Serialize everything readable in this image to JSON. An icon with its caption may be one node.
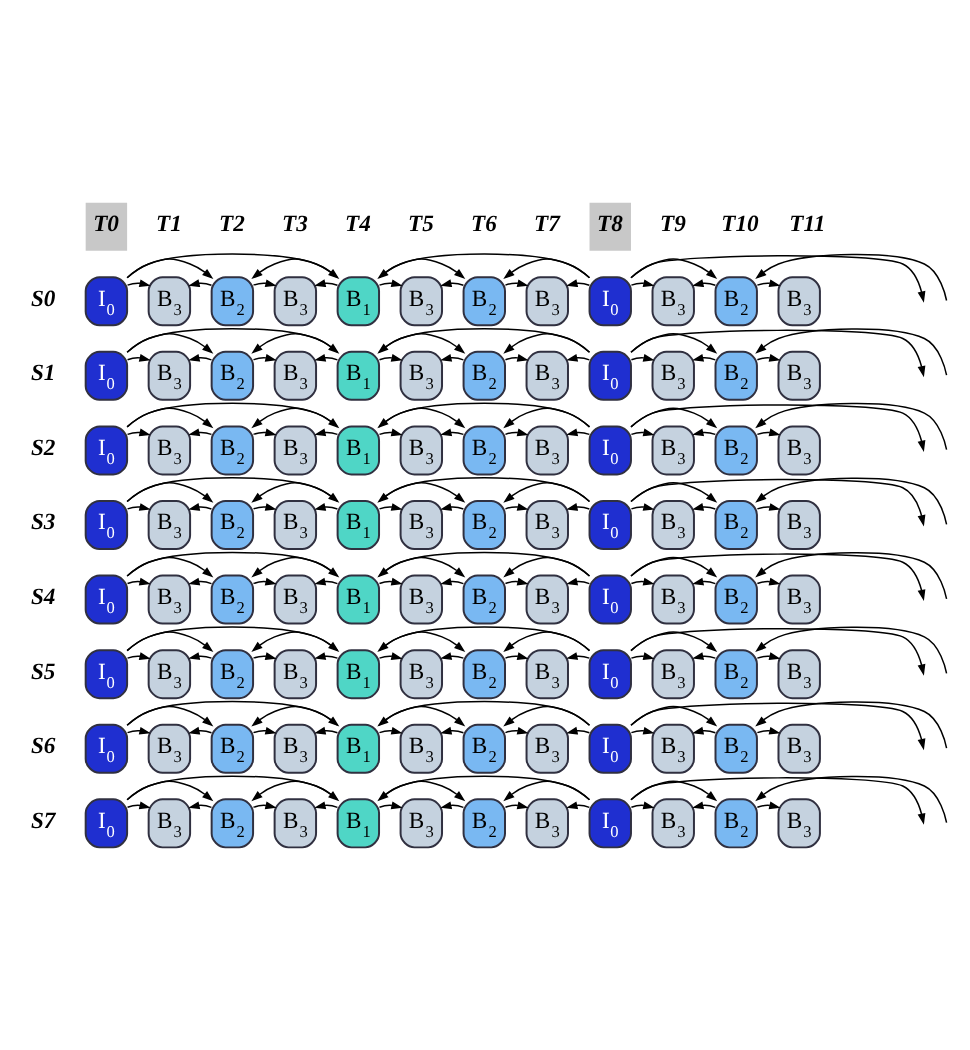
{
  "diagram": {
    "nodes": [
      {
        "text": [
          "I$_{0}$"
        ]
      },
      {
        "text": [
          "B$_{3}$"
        ]
      },
      {
        "text": [
          "B$_{2}$"
        ]
      },
      {
        "text": [
          "B$_{3}$"
        ]
      },
      {
        "text": [
          "B$_{1}$"
        ]
      },
      {
        "text": [
          "B$_{3}$"
        ]
      },
      {
        "text": [
          "B$_{2}$"
        ]
      },
      {
        "text": [
          "B$_{3}$"
        ]
      },
      {
        "text": [
          "I$_{0}$"
        ]
      },
      {
        "text": [
          "B$_{3}$"
        ]
      },
      {
        "text": [
          "B$_{2}$"
        ]
      },
      {
        "text": [
          "B$_{3}$"
        ]
      },
      {
        "text": [
          "I$_{0}$"
        ]
      },
      {
        "text": [
          "B$_{3}$"
        ]
      },
      {
        "text": [
          "B$_{2}$"
        ]
      },
      {
        "text": [
          "B$_{3}$"
        ]
      },
      {
        "text": [
          "B$_{1}$"
        ]
      },
      {
        "text": [
          "B$_{3}$"
        ]
      },
      {
        "text": [
          "B$_{2}$"
        ]
      },
      {
        "text": [
          "B$_{3}$"
        ]
      },
      {
        "text": [
          "I$_{0}$"
        ]
      },
      {
        "text": [
          "B$_{3}$"
        ]
      },
      {
        "text": [
          "B$_{2}$"
        ]
      },
      {
        "text": [
          "B$_{3}$"
        ]
      },
      {
        "text": [
          "I$_{0}$"
        ]
      },
      {
        "text": [
          "B$_{3}$"
        ]
      },
      {
        "text": [
          "B$_{2}$"
        ]
      },
      {
        "text": [
          "B$_{3}$"
        ]
      },
      {
        "text": [
          "B$_{1}$"
        ]
      },
      {
        "text": [
          "B$_{3}$"
        ]
      },
      {
        "text": [
          "B$_{2}$"
        ]
      },
      {
        "text": [
          "B$_{3}$"
        ]
      },
      {
        "text": [
          "I$_{0}$"
        ]
      },
      {
        "text": [
          "B$_{3}$"
        ]
      },
      {
        "text": [
          "B$_{2}$"
        ]
      },
      {
        "text": [
          "B$_{3}$"
        ]
      },
      {
        "text": [
          "I$_{0}$"
        ]
      },
      {
        "text": [
          "B$_{3}$"
        ]
      },
      {
        "text": [
          "B$_{2}$"
        ]
      },
      {
        "text": [
          "B$_{3}$"
        ]
      },
      {
        "text": [
          "B$_{1}$"
        ]
      },
      {
        "text": [
          "B$_{3}$"
        ]
      },
      {
        "text": [
          "B$_{2}$"
        ]
      },
      {
        "text": [
          "B$_{3}$"
        ]
      },
      {
        "text": [
          "I$_{0}$"
        ]
      },
      {
        "text": [
          "B$_{3}$"
        ]
      },
      {
        "text": [
          "B$_{2}$"
        ]
      },
      {
        "text": [
          "B$_{3}$"
        ]
      },
      {
        "text": [
          "I$_{0}$"
        ]
      },
      {
        "text": [
          "B$_{3}$"
        ]
      },
      {
        "text": [
          "B$_{2}$"
        ]
      },
      {
        "text": [
          "B$_{3}$"
        ]
      },
      {
        "text": [
          "B$_{1}$"
        ]
      },
      {
        "text": [
          "B$_{3}$"
        ]
      },
      {
        "text": [
          "B$_{2}$"
        ]
      },
      {
        "text": [
          "B$_{3}$"
        ]
      },
      {
        "text": [
          "I$_{0}$"
        ]
      },
      {
        "text": [
          "B$_{3}$"
        ]
      },
      {
        "text": [
          "B$_{2}$"
        ]
      },
      {
        "text": [
          "B$_{3}$"
        ]
      },
      {
        "text": [
          "I$_{0}$"
        ]
      },
      {
        "text": [
          "B$_{3}$"
        ]
      },
      {
        "text": [
          "B$_{2}$"
        ]
      },
      {
        "text": [
          "B$_{3}$"
        ]
      },
      {
        "text": [
          "B$_{1}$"
        ]
      },
      {
        "text": [
          "B$_{3}$"
        ]
      },
      {
        "text": [
          "B$_{2}$"
        ]
      },
      {
        "text": [
          "B$_{3}$"
        ]
      },
      {
        "text": [
          "I$_{0}$"
        ]
      },
      {
        "text": [
          "B$_{3}$"
        ]
      },
      {
        "text": [
          "B$_{2}$"
        ]
      },
      {
        "text": [
          "B$_{3}$"
        ]
      },
      {
        "text": [
          "I$_{0}$"
        ]
      },
      {
        "text": [
          "B$_{3}$"
        ]
      },
      {
        "text": [
          "B$_{2}$"
        ]
      },
      {
        "text": [
          "B$_{3}$"
        ]
      },
      {
        "text": [
          "B$_{1}$"
        ]
      },
      {
        "text": [
          "B$_{3}$"
        ]
      },
      {
        "text": [
          "B$_{2}$"
        ]
      },
      {
        "text": [
          "B$_{3}$"
        ]
      },
      {
        "text": [
          "I$_{0}$"
        ]
      },
      {
        "text": [
          "B$_{3}$"
        ]
      },
      {
        "text": [
          "B$_{2}$"
        ]
      },
      {
        "text": [
          "B$_{3}$"
        ]
      },
      {
        "text": [
          "I$_{0}$"
        ]
      },
      {
        "text": [
          "B$_{3}$"
        ]
      },
      {
        "text": [
          "B$_{2}$"
        ]
      },
      {
        "text": [
          "B$_{3}$"
        ]
      },
      {
        "text": [
          "B$_{1}$"
        ]
      },
      {
        "text": [
          "B$_{3}$"
        ]
      },
      {
        "text": [
          "B$_{2}$"
        ]
      },
      {
        "text": [
          "B$_{3}$"
        ]
      },
      {
        "text": [
          "I$_{0}$"
        ]
      },
      {
        "text": [
          "B$_{3}$"
        ]
      },
      {
        "text": [
          "B$_{2}$"
        ]
      },
      {
        "text": [
          "B$_{3}$"
        ]
      }
    ],
    "edges": [
      {
        "from": 0,
        "to": 1,
        "arrow": "to"
      },
      {
        "from": 2,
        "to": 1,
        "arrow": "to"
      },
      {
        "from": 2,
        "to": 3,
        "arrow": "to"
      },
      {
        "from": 4,
        "to": 3,
        "arrow": "to"
      },
      {
        "from": 4,
        "to": 5,
        "arrow": "to"
      },
      {
        "from": 6,
        "to": 5,
        "arrow": "to"
      },
      {
        "from": 6,
        "to": 7,
        "arrow": "to"
      },
      {
        "from": 8,
        "to": 7,
        "arrow": "to"
      },
      {
        "from": 8,
        "to": 9,
        "arrow": "to"
      },
      {
        "from": 10,
        "to": 9,
        "arrow": "to"
      },
      {
        "from": 10,
        "to": 11,
        "arrow": "to"
      },
      {
        "from": 0,
        "to": 2,
        "arrow": "to"
      },
      {
        "from": 4,
        "to": 2,
        "arrow": "to"
      },
      {
        "from": 0,
        "to": 4,
        "arrow": "to"
      },
      {
        "from": 4,
        "to": 6,
        "arrow": "to"
      },
      {
        "from": 8,
        "to": 6,
        "arrow": "to"
      },
      {
        "from": 8,
        "to": 4,
        "arrow": "to"
      },
      {
        "from": 8,
        "to": 10,
        "arrow": "to"
      },
      {
        "from": null,
        "to": 10,
        "arrow": "to"
      },
      {
        "from": 8,
        "to": null,
        "arrow": "to"
      },
      {
        "from": 12,
        "to": 13,
        "arrow": "to"
      },
      {
        "from": 14,
        "to": 13,
        "arrow": "to"
      },
      {
        "from": 14,
        "to": 15,
        "arrow": "to"
      },
      {
        "from": 16,
        "to": 15,
        "arrow": "to"
      },
      {
        "from": 16,
        "to": 17,
        "arrow": "to"
      },
      {
        "from": 18,
        "to": 17,
        "arrow": "to"
      },
      {
        "from": 18,
        "to": 19,
        "arrow": "to"
      },
      {
        "from": 20,
        "to": 19,
        "arrow": "to"
      },
      {
        "from": 20,
        "to": 21,
        "arrow": "to"
      },
      {
        "from": 22,
        "to": 21,
        "arrow": "to"
      },
      {
        "from": 22,
        "to": 23,
        "arrow": "to"
      },
      {
        "from": 12,
        "to": 14,
        "arrow": "to"
      },
      {
        "from": 16,
        "to": 14,
        "arrow": "to"
      },
      {
        "from": 12,
        "to": 16,
        "arrow": "to"
      },
      {
        "from": 16,
        "to": 18,
        "arrow": "to"
      },
      {
        "from": 20,
        "to": 18,
        "arrow": "to"
      },
      {
        "from": 20,
        "to": 16,
        "arrow": "to"
      },
      {
        "from": 20,
        "to": 22,
        "arrow": "to"
      },
      {
        "from": null,
        "to": 22,
        "arrow": "to"
      },
      {
        "from": 20,
        "to": null,
        "arrow": "to"
      },
      {
        "from": 24,
        "to": 25,
        "arrow": "to"
      },
      {
        "from": 26,
        "to": 25,
        "arrow": "to"
      },
      {
        "from": 26,
        "to": 27,
        "arrow": "to"
      },
      {
        "from": 28,
        "to": 27,
        "arrow": "to"
      },
      {
        "from": 28,
        "to": 29,
        "arrow": "to"
      },
      {
        "from": 30,
        "to": 29,
        "arrow": "to"
      },
      {
        "from": 30,
        "to": 31,
        "arrow": "to"
      },
      {
        "from": 32,
        "to": 31,
        "arrow": "to"
      },
      {
        "from": 32,
        "to": 33,
        "arrow": "to"
      },
      {
        "from": 34,
        "to": 33,
        "arrow": "to"
      },
      {
        "from": 34,
        "to": 35,
        "arrow": "to"
      },
      {
        "from": 24,
        "to": 26,
        "arrow": "to"
      },
      {
        "from": 28,
        "to": 26,
        "arrow": "to"
      },
      {
        "from": 24,
        "to": 28,
        "arrow": "to"
      },
      {
        "from": 28,
        "to": 30,
        "arrow": "to"
      },
      {
        "from": 32,
        "to": 30,
        "arrow": "to"
      },
      {
        "from": 32,
        "to": 28,
        "arrow": "to"
      },
      {
        "from": 32,
        "to": 34,
        "arrow": "to"
      },
      {
        "from": null,
        "to": 34,
        "arrow": "to"
      },
      {
        "from": 32,
        "to": null,
        "arrow": "to"
      },
      {
        "from": 36,
        "to": 37,
        "arrow": "to"
      },
      {
        "from": 38,
        "to": 37,
        "arrow": "to"
      },
      {
        "from": 38,
        "to": 39,
        "arrow": "to"
      },
      {
        "from": 40,
        "to": 39,
        "arrow": "to"
      },
      {
        "from": 40,
        "to": 41,
        "arrow": "to"
      },
      {
        "from": 42,
        "to": 41,
        "arrow": "to"
      },
      {
        "from": 42,
        "to": 43,
        "arrow": "to"
      },
      {
        "from": 44,
        "to": 43,
        "arrow": "to"
      },
      {
        "from": 44,
        "to": 45,
        "arrow": "to"
      },
      {
        "from": 46,
        "to": 45,
        "arrow": "to"
      },
      {
        "from": 46,
        "to": 47,
        "arrow": "to"
      },
      {
        "from": 36,
        "to": 38,
        "arrow": "to"
      },
      {
        "from": 40,
        "to": 38,
        "arrow": "to"
      },
      {
        "from": 36,
        "to": 40,
        "arrow": "to"
      },
      {
        "from": 40,
        "to": 42,
        "arrow": "to"
      },
      {
        "from": 44,
        "to": 42,
        "arrow": "to"
      },
      {
        "from": 44,
        "to": 40,
        "arrow": "to"
      },
      {
        "from": 44,
        "to": 46,
        "arrow": "to"
      },
      {
        "from": null,
        "to": 46,
        "arrow": "to"
      },
      {
        "from": 44,
        "to": null,
        "arrow": "to"
      },
      {
        "from": 48,
        "to": 49,
        "arrow": "to"
      },
      {
        "from": 50,
        "to": 49,
        "arrow": "to"
      },
      {
        "from": 50,
        "to": 51,
        "arrow": "to"
      },
      {
        "from": 52,
        "to": 51,
        "arrow": "to"
      },
      {
        "from": 52,
        "to": 53,
        "arrow": "to"
      },
      {
        "from": 54,
        "to": 53,
        "arrow": "to"
      },
      {
        "from": 54,
        "to": 55,
        "arrow": "to"
      },
      {
        "from": 56,
        "to": 55,
        "arrow": "to"
      },
      {
        "from": 56,
        "to": 57,
        "arrow": "to"
      },
      {
        "from": 58,
        "to": 57,
        "arrow": "to"
      },
      {
        "from": 58,
        "to": 59,
        "arrow": "to"
      },
      {
        "from": 48,
        "to": 50,
        "arrow": "to"
      },
      {
        "from": 52,
        "to": 50,
        "arrow": "to"
      },
      {
        "from": 48,
        "to": 52,
        "arrow": "to"
      },
      {
        "from": 52,
        "to": 54,
        "arrow": "to"
      },
      {
        "from": 56,
        "to": 54,
        "arrow": "to"
      },
      {
        "from": 56,
        "to": 52,
        "arrow": "to"
      },
      {
        "from": 56,
        "to": 58,
        "arrow": "to"
      },
      {
        "from": null,
        "to": 58,
        "arrow": "to"
      },
      {
        "from": 56,
        "to": null,
        "arrow": "to"
      },
      {
        "from": 60,
        "to": 61,
        "arrow": "to"
      },
      {
        "from": 62,
        "to": 61,
        "arrow": "to"
      },
      {
        "from": 62,
        "to": 63,
        "arrow": "to"
      },
      {
        "from": 64,
        "to": 63,
        "arrow": "to"
      },
      {
        "from": 64,
        "to": 65,
        "arrow": "to"
      },
      {
        "from": 66,
        "to": 65,
        "arrow": "to"
      },
      {
        "from": 66,
        "to": 67,
        "arrow": "to"
      },
      {
        "from": 68,
        "to": 67,
        "arrow": "to"
      },
      {
        "from": 68,
        "to": 69,
        "arrow": "to"
      },
      {
        "from": 70,
        "to": 69,
        "arrow": "to"
      },
      {
        "from": 70,
        "to": 71,
        "arrow": "to"
      },
      {
        "from": 60,
        "to": 62,
        "arrow": "to"
      },
      {
        "from": 64,
        "to": 62,
        "arrow": "to"
      },
      {
        "from": 60,
        "to": 64,
        "arrow": "to"
      },
      {
        "from": 64,
        "to": 66,
        "arrow": "to"
      },
      {
        "from": 68,
        "to": 66,
        "arrow": "to"
      },
      {
        "from": 68,
        "to": 64,
        "arrow": "to"
      },
      {
        "from": 68,
        "to": 70,
        "arrow": "to"
      },
      {
        "from": null,
        "to": 70,
        "arrow": "to"
      },
      {
        "from": 68,
        "to": null,
        "arrow": "to"
      },
      {
        "from": 72,
        "to": 73,
        "arrow": "to"
      },
      {
        "from": 74,
        "to": 73,
        "arrow": "to"
      },
      {
        "from": 74,
        "to": 75,
        "arrow": "to"
      },
      {
        "from": 76,
        "to": 75,
        "arrow": "to"
      },
      {
        "from": 76,
        "to": 77,
        "arrow": "to"
      },
      {
        "from": 78,
        "to": 77,
        "arrow": "to"
      },
      {
        "from": 78,
        "to": 79,
        "arrow": "to"
      },
      {
        "from": 80,
        "to": 79,
        "arrow": "to"
      },
      {
        "from": 80,
        "to": 81,
        "arrow": "to"
      },
      {
        "from": 82,
        "to": 81,
        "arrow": "to"
      },
      {
        "from": 82,
        "to": 83,
        "arrow": "to"
      },
      {
        "from": 72,
        "to": 74,
        "arrow": "to"
      },
      {
        "from": 76,
        "to": 74,
        "arrow": "to"
      },
      {
        "from": 72,
        "to": 76,
        "arrow": "to"
      },
      {
        "from": 76,
        "to": 78,
        "arrow": "to"
      },
      {
        "from": 80,
        "to": 78,
        "arrow": "to"
      },
      {
        "from": 80,
        "to": 76,
        "arrow": "to"
      },
      {
        "from": 80,
        "to": 82,
        "arrow": "to"
      },
      {
        "from": null,
        "to": 82,
        "arrow": "to"
      },
      {
        "from": 80,
        "to": null,
        "arrow": "to"
      },
      {
        "from": 84,
        "to": 85,
        "arrow": "to"
      },
      {
        "from": 86,
        "to": 85,
        "arrow": "to"
      },
      {
        "from": 86,
        "to": 87,
        "arrow": "to"
      },
      {
        "from": 88,
        "to": 87,
        "arrow": "to"
      },
      {
        "from": 88,
        "to": 89,
        "arrow": "to"
      },
      {
        "from": 90,
        "to": 89,
        "arrow": "to"
      },
      {
        "from": 90,
        "to": 91,
        "arrow": "to"
      },
      {
        "from": 92,
        "to": 91,
        "arrow": "to"
      },
      {
        "from": 92,
        "to": 93,
        "arrow": "to"
      },
      {
        "from": 94,
        "to": 93,
        "arrow": "to"
      },
      {
        "from": 94,
        "to": 95,
        "arrow": "to"
      },
      {
        "from": 84,
        "to": 86,
        "arrow": "to"
      },
      {
        "from": 88,
        "to": 86,
        "arrow": "to"
      },
      {
        "from": 84,
        "to": 88,
        "arrow": "to"
      },
      {
        "from": 88,
        "to": 90,
        "arrow": "to"
      },
      {
        "from": 92,
        "to": 90,
        "arrow": "to"
      },
      {
        "from": 92,
        "to": 88,
        "arrow": "to"
      },
      {
        "from": 92,
        "to": 94,
        "arrow": "to"
      },
      {
        "from": null,
        "to": 94,
        "arrow": "to"
      },
      {
        "from": 92,
        "to": null,
        "arrow": "to"
      }
    ],
    "labels": [
      "T0",
      "T1",
      "T2",
      "T3",
      "T4",
      "T5",
      "T6",
      "T7",
      "T8",
      "T9",
      "T10",
      "T11",
      "S0",
      "S1",
      "S2",
      "S3",
      "S4",
      "S5",
      "S6",
      "S7"
    ]
  }
}
